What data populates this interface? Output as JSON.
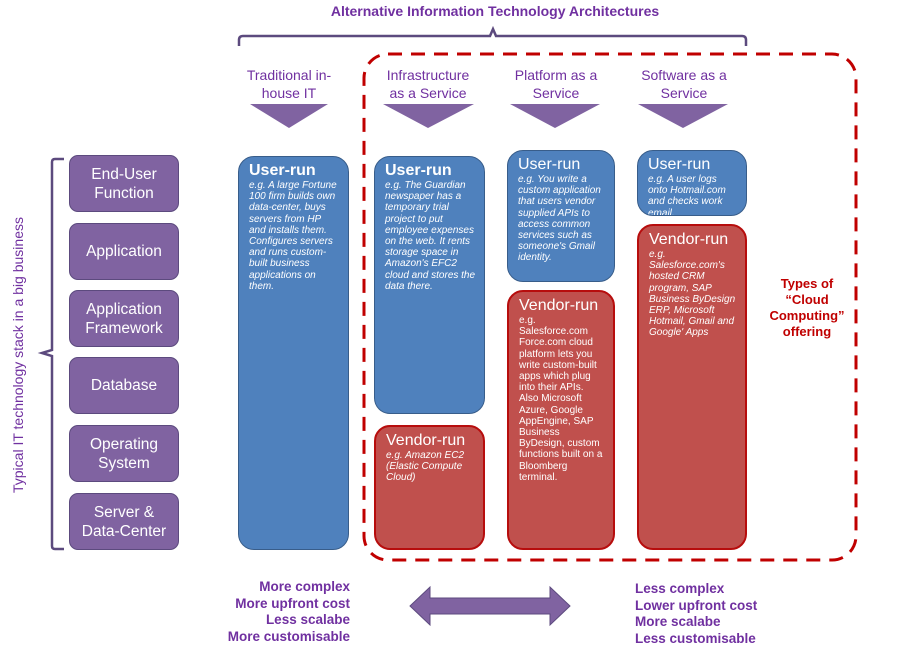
{
  "title": "Alternative Information Technology Architectures",
  "vertical_label": "Typical IT technology stack in a big business",
  "stack_layers": [
    "End-User Function",
    "Application",
    "Application Framework",
    "Database",
    "Operating System",
    "Server & Data-Center"
  ],
  "columns": [
    {
      "heading": "Traditional in-house IT",
      "boxes": [
        {
          "type": "user",
          "title": "User-run",
          "text": "e.g. A large Fortune 100 firm builds own data-center, buys servers from HP and installs them. Configures servers and runs custom-built business applications on them."
        }
      ]
    },
    {
      "heading": "Infrastructure as a Service",
      "boxes": [
        {
          "type": "user",
          "title": "User-run",
          "text": "e.g. The Guardian newspaper has a temporary trial project to put employee expenses on the web. It rents storage space in Amazon's EFC2 cloud and stores the data there."
        },
        {
          "type": "vendor",
          "title": "Vendor-run",
          "text": "e.g. Amazon EC2 (Elastic Compute Cloud)"
        }
      ]
    },
    {
      "heading": "Platform as a Service",
      "boxes": [
        {
          "type": "user",
          "title": "User-run",
          "text": "e.g. You write a custom application that users vendor supplied APIs to access common services such as someone's Gmail identity."
        },
        {
          "type": "vendor",
          "title": "Vendor-run",
          "text": "e.g. Salesforce.com Force.com cloud platform lets you write custom-built apps which plug into their APIs. Also Microsoft Azure, Google AppEngine, SAP Business ByDesign, custom functions built on a Bloomberg terminal."
        }
      ]
    },
    {
      "heading": "Software as a Service",
      "boxes": [
        {
          "type": "user",
          "title": "User-run",
          "text": "e.g. A user logs onto Hotmail.com and checks work email."
        },
        {
          "type": "vendor",
          "title": "Vendor-run",
          "text": "e.g. Salesforce.com's hosted CRM program, SAP Business ByDesign ERP, Microsoft Hotmail, Gmail and Google' Apps"
        }
      ]
    }
  ],
  "cloud_label": "Types of “Cloud Computing” offering",
  "left_comparison": [
    "More complex",
    "More upfront cost",
    "Less scalabe",
    "More customisable"
  ],
  "right_comparison": [
    "Less complex",
    "Lower upfront cost",
    "More scalabe",
    "Less customisable"
  ],
  "colors": {
    "purple": "#8063a1",
    "purple_text": "#7030a0",
    "user_blue": "#4f81bd",
    "vendor_red": "#c0504d",
    "cloud_dash": "#c00000"
  }
}
